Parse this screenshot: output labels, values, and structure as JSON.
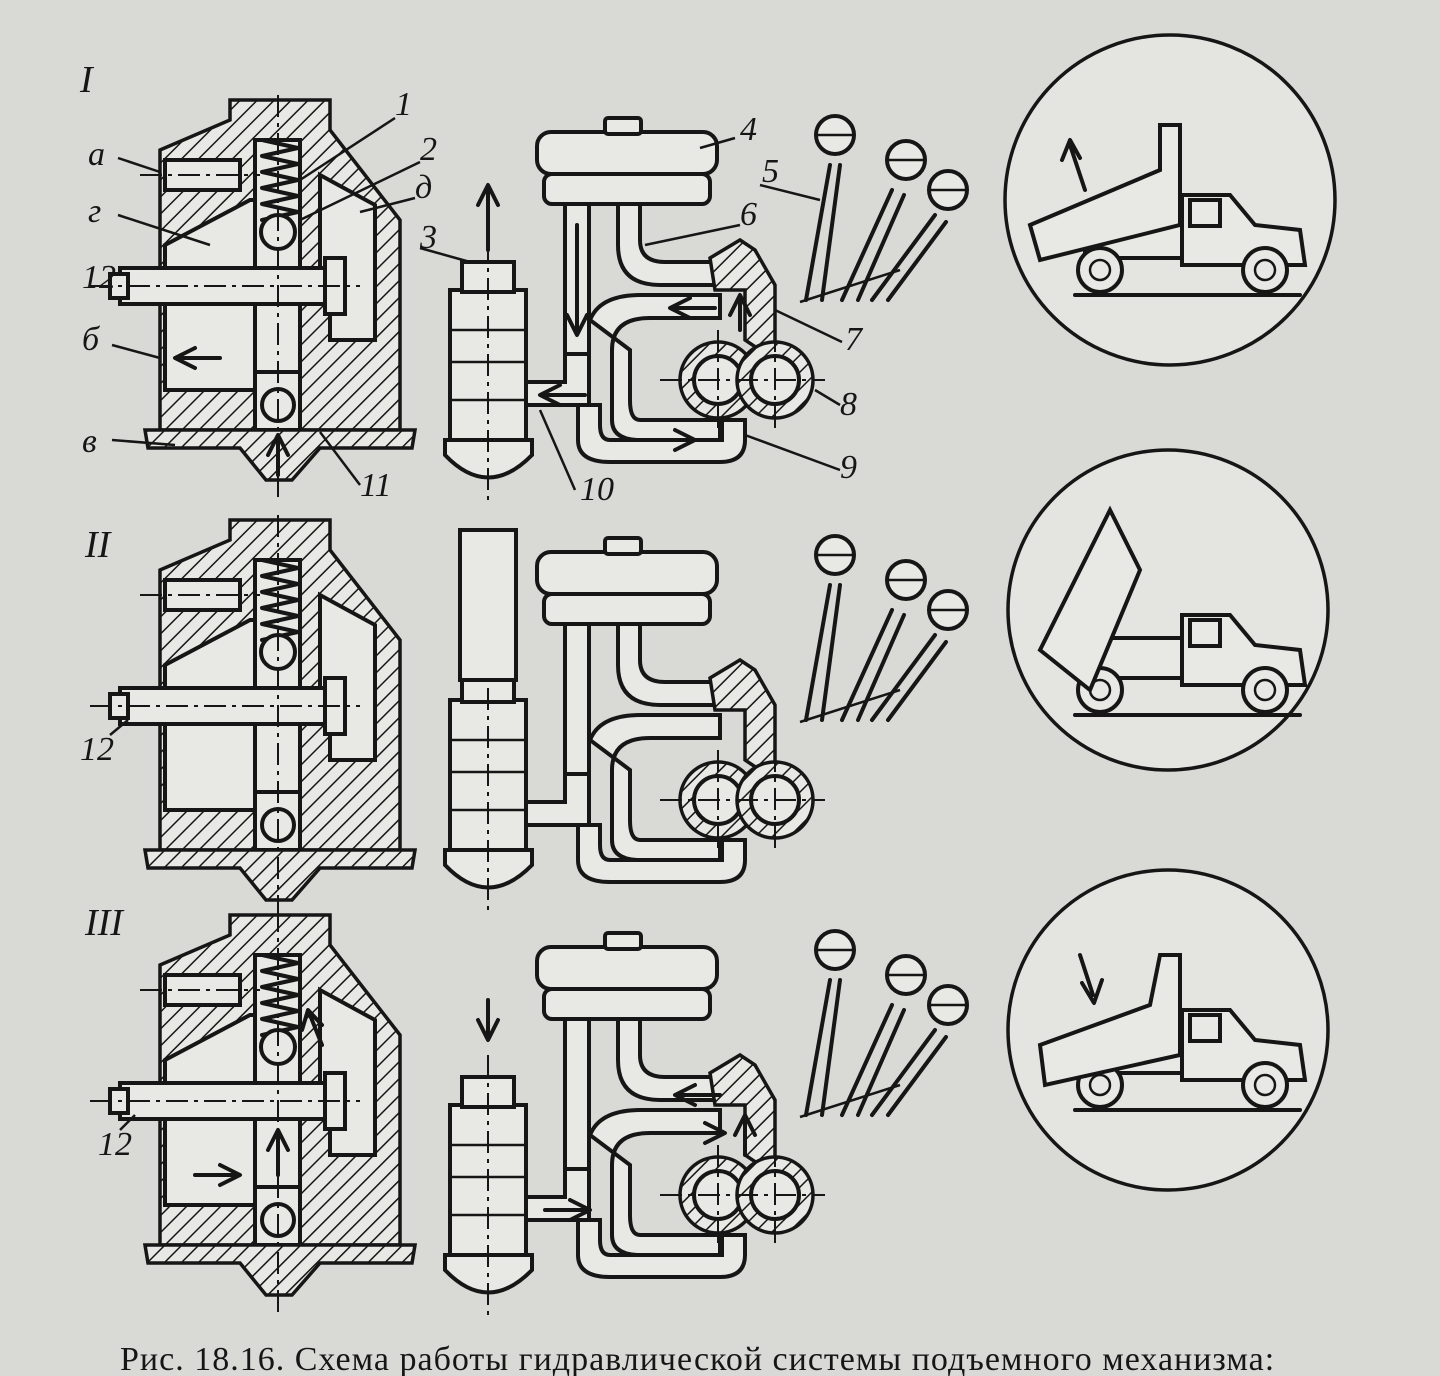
{
  "rows": [
    {
      "roman": "I"
    },
    {
      "roman": "II"
    },
    {
      "roman": "III"
    }
  ],
  "labels": {
    "a": "а",
    "g": "г",
    "b": "б",
    "v": "в",
    "d": "д",
    "n1": "1",
    "n2": "2",
    "n3": "3",
    "n4": "4",
    "n5": "5",
    "n6": "6",
    "n7": "7",
    "n8": "8",
    "n9": "9",
    "n10": "10",
    "n11": "11",
    "n12": "12"
  },
  "caption": "Рис. 18.16. Схема работы гидравлической системы подъемного механизма:",
  "colors": {
    "ink": "#161616",
    "paper": "#d9d9d6"
  }
}
